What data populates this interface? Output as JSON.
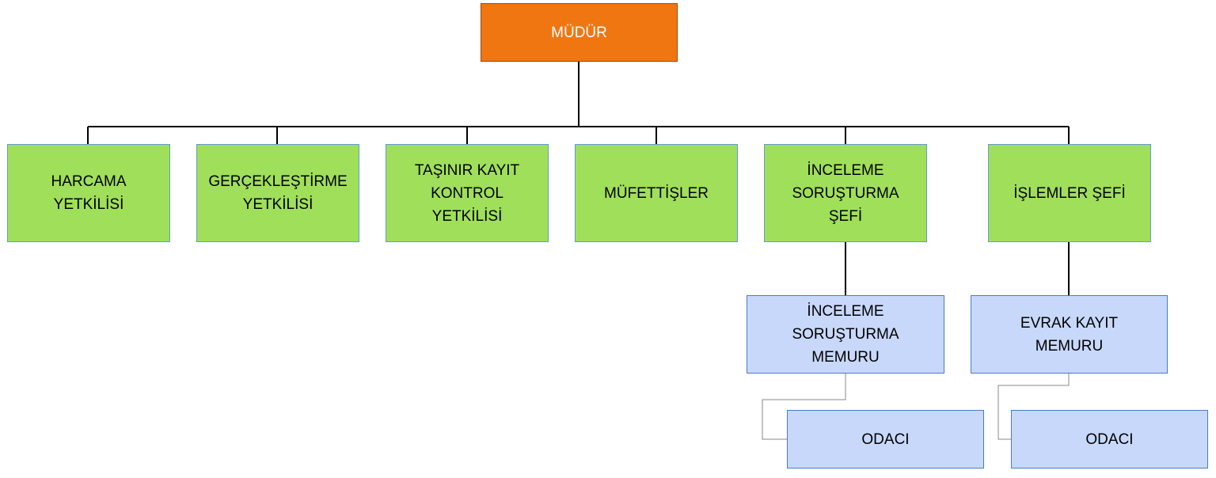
{
  "colors": {
    "top": "#f07612",
    "level1": "#a0df5a",
    "level2": "#c8d8fa",
    "connector": "#000000",
    "thin_connector": "#8a8a8a"
  },
  "nodes": {
    "mudur": "MÜDÜR",
    "harcama": "HARCAMA\nYETKİLİSİ",
    "gerceklestirme": "GERÇEKLEŞTİRME\nYETKİLİSİ",
    "tasinir": "TAŞINIR KAYIT\nKONTROL\nYETKİLİSİ",
    "mufettisler": "MÜFETTİŞLER",
    "inceleme_sefi": "İNCELEME\nSORUŞTURMA\nŞEFİ",
    "islemler_sefi": "İŞLEMLER ŞEFİ",
    "inceleme_memuru": "İNCELEME\nSORUŞTURMA\nMEMURU",
    "evrak_memuru": "EVRAK KAYIT\nMEMURU",
    "odaci_1": "ODACI",
    "odaci_2": "ODACI"
  },
  "edges": [
    [
      "mudur",
      "harcama"
    ],
    [
      "mudur",
      "gerceklestirme"
    ],
    [
      "mudur",
      "tasinir"
    ],
    [
      "mudur",
      "mufettisler"
    ],
    [
      "mudur",
      "inceleme_sefi"
    ],
    [
      "mudur",
      "islemler_sefi"
    ],
    [
      "inceleme_sefi",
      "inceleme_memuru"
    ],
    [
      "islemler_sefi",
      "evrak_memuru"
    ],
    [
      "inceleme_memuru",
      "odaci_1"
    ],
    [
      "evrak_memuru",
      "odaci_2"
    ]
  ]
}
